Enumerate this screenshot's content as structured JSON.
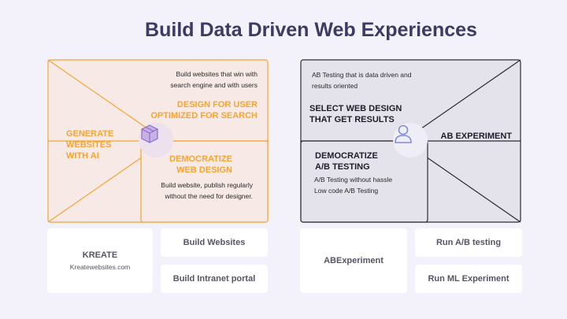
{
  "title": "Build Data Driven Web Experiences",
  "left": {
    "color": "#f4a531",
    "fill": "#f6e9e6",
    "icon": "box-3d-icon",
    "top_desc_1": "Build websites that win with",
    "top_desc_2": "search engine and with users",
    "top_heading_1": "DESIGN FOR USER",
    "top_heading_2": "OPTIMIZED FOR SEARCH",
    "left_heading_1": "GENERATE",
    "left_heading_2": "WEBSITES",
    "left_heading_3": "WITH AI",
    "bottom_heading_1": "DEMOCRATIZE",
    "bottom_heading_2": "WEB DESIGN",
    "bottom_desc_1": "Build website, publish regularly",
    "bottom_desc_2": "without the need for designer."
  },
  "right": {
    "color": "#2b2b36",
    "fill": "#e4e2eb",
    "icon": "user-icon",
    "top_desc_1": "AB Testing that is data driven and",
    "top_desc_2": "results oriented",
    "top_heading_1": "SELECT WEB DESIGN",
    "top_heading_2": "THAT GET RESULTS",
    "right_heading": "AB EXPERIMENT",
    "bottom_heading_1": "DEMOCRATIZE",
    "bottom_heading_2": "A/B TESTING",
    "bottom_desc_1": "A/B Testing without hassle",
    "bottom_desc_2": "Low code A/B Testing"
  },
  "cards": {
    "kreate_title": "KREATE",
    "kreate_sub": "Kreatewebsites.com",
    "build_websites": "Build Websites",
    "build_intranet": "Build Intranet portal",
    "abexperiment": "ABExperiment",
    "run_ab": "Run A/B testing",
    "run_ml": "Run ML Experiment"
  }
}
